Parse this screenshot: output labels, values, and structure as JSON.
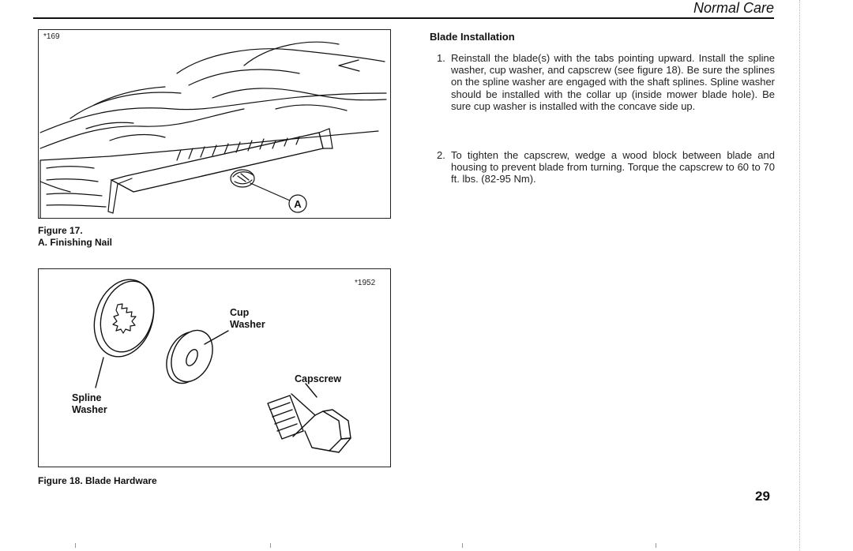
{
  "header": {
    "title": "Normal Care"
  },
  "figure17": {
    "id_mark": "*169",
    "callout_letter": "A",
    "caption_title": "Figure 17.",
    "caption_item": "A. Finishing Nail"
  },
  "figure18": {
    "id_mark": "*1952",
    "labels": {
      "cup_washer_line1": "Cup",
      "cup_washer_line2": "Washer",
      "capscrew": "Capscrew",
      "spline_washer_line1": "Spline",
      "spline_washer_line2": "Washer"
    },
    "caption": "Figure 18. Blade Hardware"
  },
  "section": {
    "heading": "Blade Installation",
    "steps": [
      {
        "num": "1.",
        "text": "Reinstall the blade(s) with the tabs pointing upward. Install the spline washer, cup washer, and capscrew (see figure 18). Be sure the splines on the spline washer are engaged with the shaft splines. Spline washer should be installed with the collar up (inside mower blade hole). Be sure cup washer is installed with the concave side up."
      },
      {
        "num": "2.",
        "text": "To tighten the capscrew, wedge a wood block between blade and housing to prevent blade from turning. Torque the capscrew to 60 to 70 ft. lbs. (82-95 Nm)."
      }
    ]
  },
  "page_number": "29"
}
